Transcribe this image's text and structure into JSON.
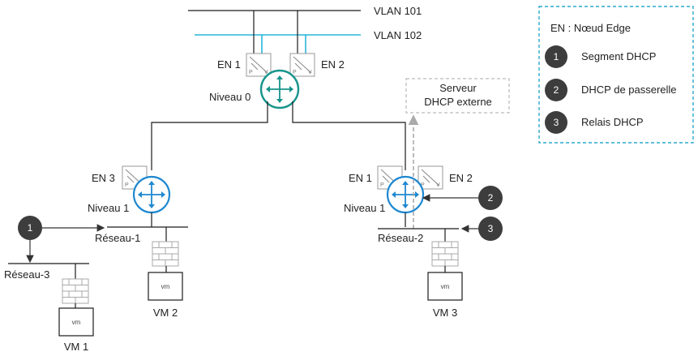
{
  "vlans": {
    "vlan101": "VLAN 101",
    "vlan102": "VLAN 102"
  },
  "tier0": {
    "label": "Niveau 0",
    "edge_left": "EN 1",
    "edge_right": "EN 2"
  },
  "tier1_left": {
    "label": "Niveau 1",
    "edge": "EN 3"
  },
  "tier1_right": {
    "label": "Niveau 1",
    "edge_left": "EN 1",
    "edge_right": "EN 2"
  },
  "external_dhcp": {
    "line1": "Serveur",
    "line2": "DHCP externe"
  },
  "networks": {
    "reseau1": "Réseau-1",
    "reseau2": "Réseau-2",
    "reseau3": "Réseau-3"
  },
  "vms": {
    "vm1": {
      "name": "VM 1",
      "box": "vm"
    },
    "vm2": {
      "name": "VM 2",
      "box": "vm"
    },
    "vm3": {
      "name": "VM 3",
      "box": "vm"
    }
  },
  "edge_marks": {
    "p": "P",
    "v": "V"
  },
  "callouts": {
    "one": "1",
    "two": "2",
    "three": "3"
  },
  "legend": {
    "title": "EN : Nœud Edge",
    "items": [
      {
        "num": "1",
        "label": "Segment DHCP"
      },
      {
        "num": "2",
        "label": "DHCP de passerelle"
      },
      {
        "num": "3",
        "label": "Relais DHCP"
      }
    ]
  },
  "colors": {
    "line": "#1a1a1a",
    "vlan102": "#29b6d8",
    "tier0_ring": "#17948c",
    "tier1_ring": "#1e88d0",
    "dhcp_dashed": "#aaaaaa",
    "badge": "#3d3d3d",
    "legend_border": "#2aa9cc"
  }
}
